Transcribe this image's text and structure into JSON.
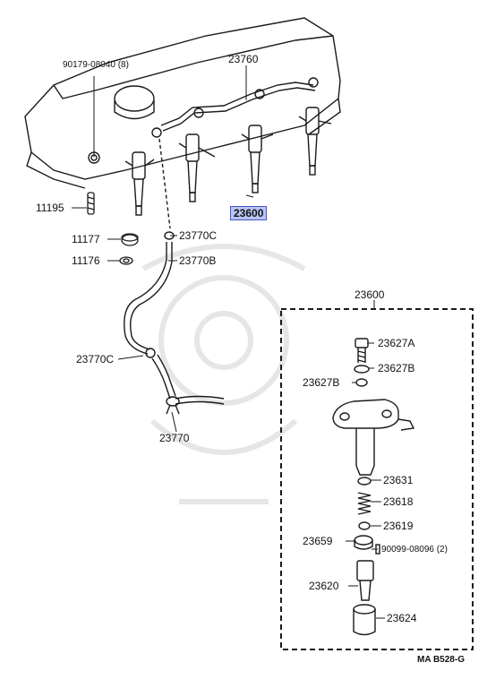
{
  "labels": {
    "bolt_90179": "90179-08040 (8)",
    "part_23760": "23760",
    "part_11195": "11195",
    "part_23600_hl": "23600",
    "part_11177": "11177",
    "part_23770C_top": "23770C",
    "part_11176": "11176",
    "part_23770B": "23770B",
    "part_23600_box": "23600",
    "part_23627A": "23627A",
    "part_23770C_mid": "23770C",
    "part_23627B_right": "23627B",
    "part_23627B_left": "23627B",
    "part_23770": "23770",
    "part_23631": "23631",
    "part_23618": "23618",
    "part_23619": "23619",
    "part_23659": "23659",
    "part_90099": "90099-08096 (2)",
    "part_23620": "23620",
    "part_23624": "23624",
    "diagram_code": "MA B528-G"
  },
  "colors": {
    "line": "#1a1a1a",
    "highlight": "#b9c3f5",
    "watermark": "#e6e6e6"
  }
}
